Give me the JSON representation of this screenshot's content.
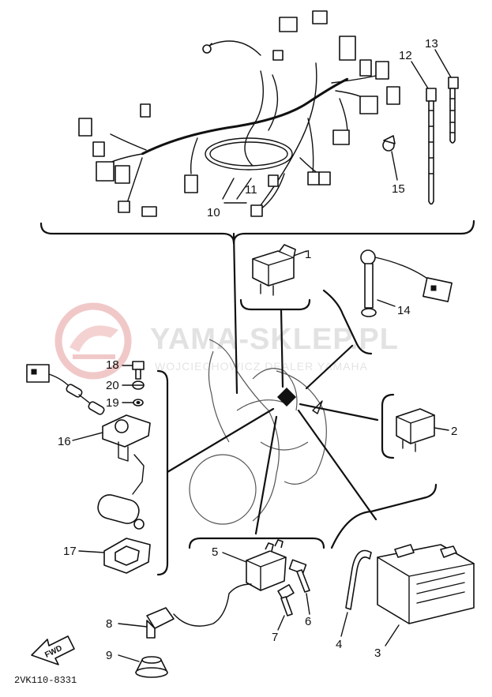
{
  "watermark": {
    "title": "YAMA-SKLEP.PL",
    "subtitle": "WOJCIECHOWICZ DEALER YAMAHA"
  },
  "diagram": {
    "code": "2VK110-8331",
    "fwd_label": "FWD",
    "callouts": [
      "1",
      "2",
      "3",
      "4",
      "5",
      "6",
      "7",
      "8",
      "9",
      "10",
      "11",
      "12",
      "13",
      "14",
      "15",
      "16",
      "17",
      "18",
      "19",
      "20"
    ]
  },
  "colors": {
    "line": "#111111",
    "watermark": "#e2e2e2",
    "watermark_logo": "#f1c8c8"
  }
}
